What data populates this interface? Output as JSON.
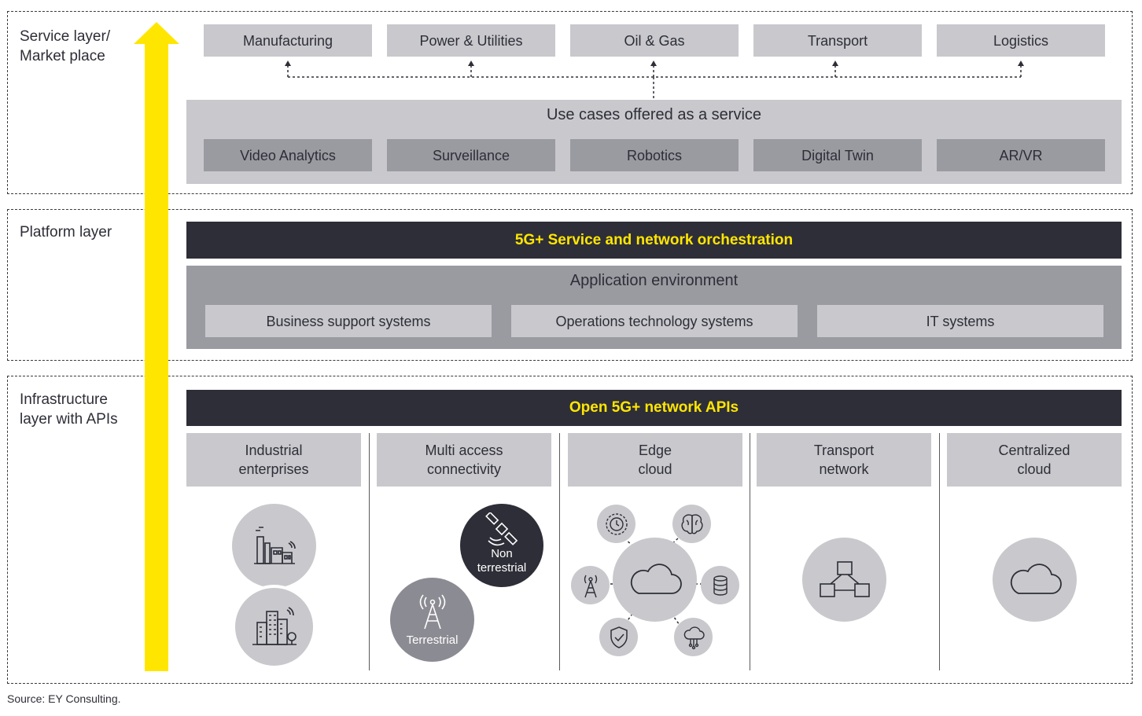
{
  "layers": {
    "service": "Service layer/\nMarket place",
    "platform": "Platform layer",
    "infrastructure": "Infrastructure\nlayer with APIs"
  },
  "industries": [
    "Manufacturing",
    "Power & Utilities",
    "Oil & Gas",
    "Transport",
    "Logistics"
  ],
  "use_cases": {
    "title": "Use cases offered as a service",
    "items": [
      "Video Analytics",
      "Surveillance",
      "Robotics",
      "Digital Twin",
      "AR/VR"
    ]
  },
  "platform": {
    "orchestration": "5G+ Service and network orchestration",
    "app_env_title": "Application environment",
    "systems": [
      "Business support systems",
      "Operations technology systems",
      "IT systems"
    ]
  },
  "infrastructure": {
    "api_bar": "Open 5G+ network APIs",
    "columns": [
      "Industrial\nenterprises",
      "Multi access\nconnectivity",
      "Edge\ncloud",
      "Transport\nnetwork",
      "Centralized\ncloud"
    ],
    "non_terrestrial": "Non\nterrestrial",
    "terrestrial": "Terrestrial"
  },
  "colors": {
    "accent_yellow": "#ffe600",
    "dark": "#2e2e38",
    "light_gray": "#c8c8cd",
    "mid_gray": "#9a9aa1"
  },
  "icons": [
    "factory-icon",
    "office-building-icon",
    "satellite-icon",
    "antenna-tower-icon",
    "cloud-icon",
    "stopwatch-gear-icon",
    "brain-icon",
    "database-icon",
    "shield-check-icon",
    "cloud-network-icon",
    "network-topology-icon"
  ],
  "source": "Source: EY Consulting."
}
